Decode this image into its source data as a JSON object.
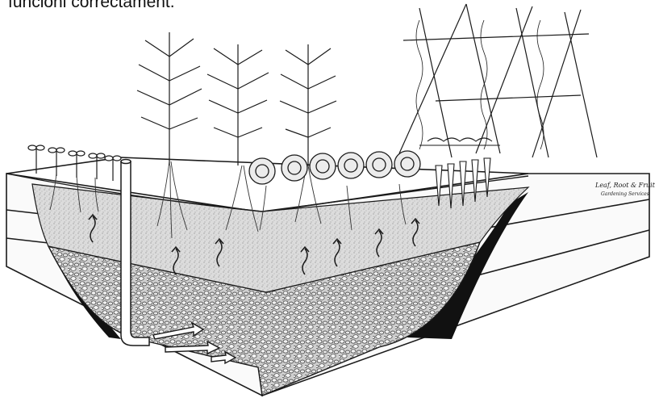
{
  "caption": "funcioni correctament.",
  "logo": {
    "line1": "Leaf, Root & Fruit",
    "line2": "Gardening Services"
  },
  "colors": {
    "ink": "#1a1a1a",
    "soil": "#d9d9d9",
    "gravel": "#bdbdbd",
    "liner": "#111111"
  }
}
